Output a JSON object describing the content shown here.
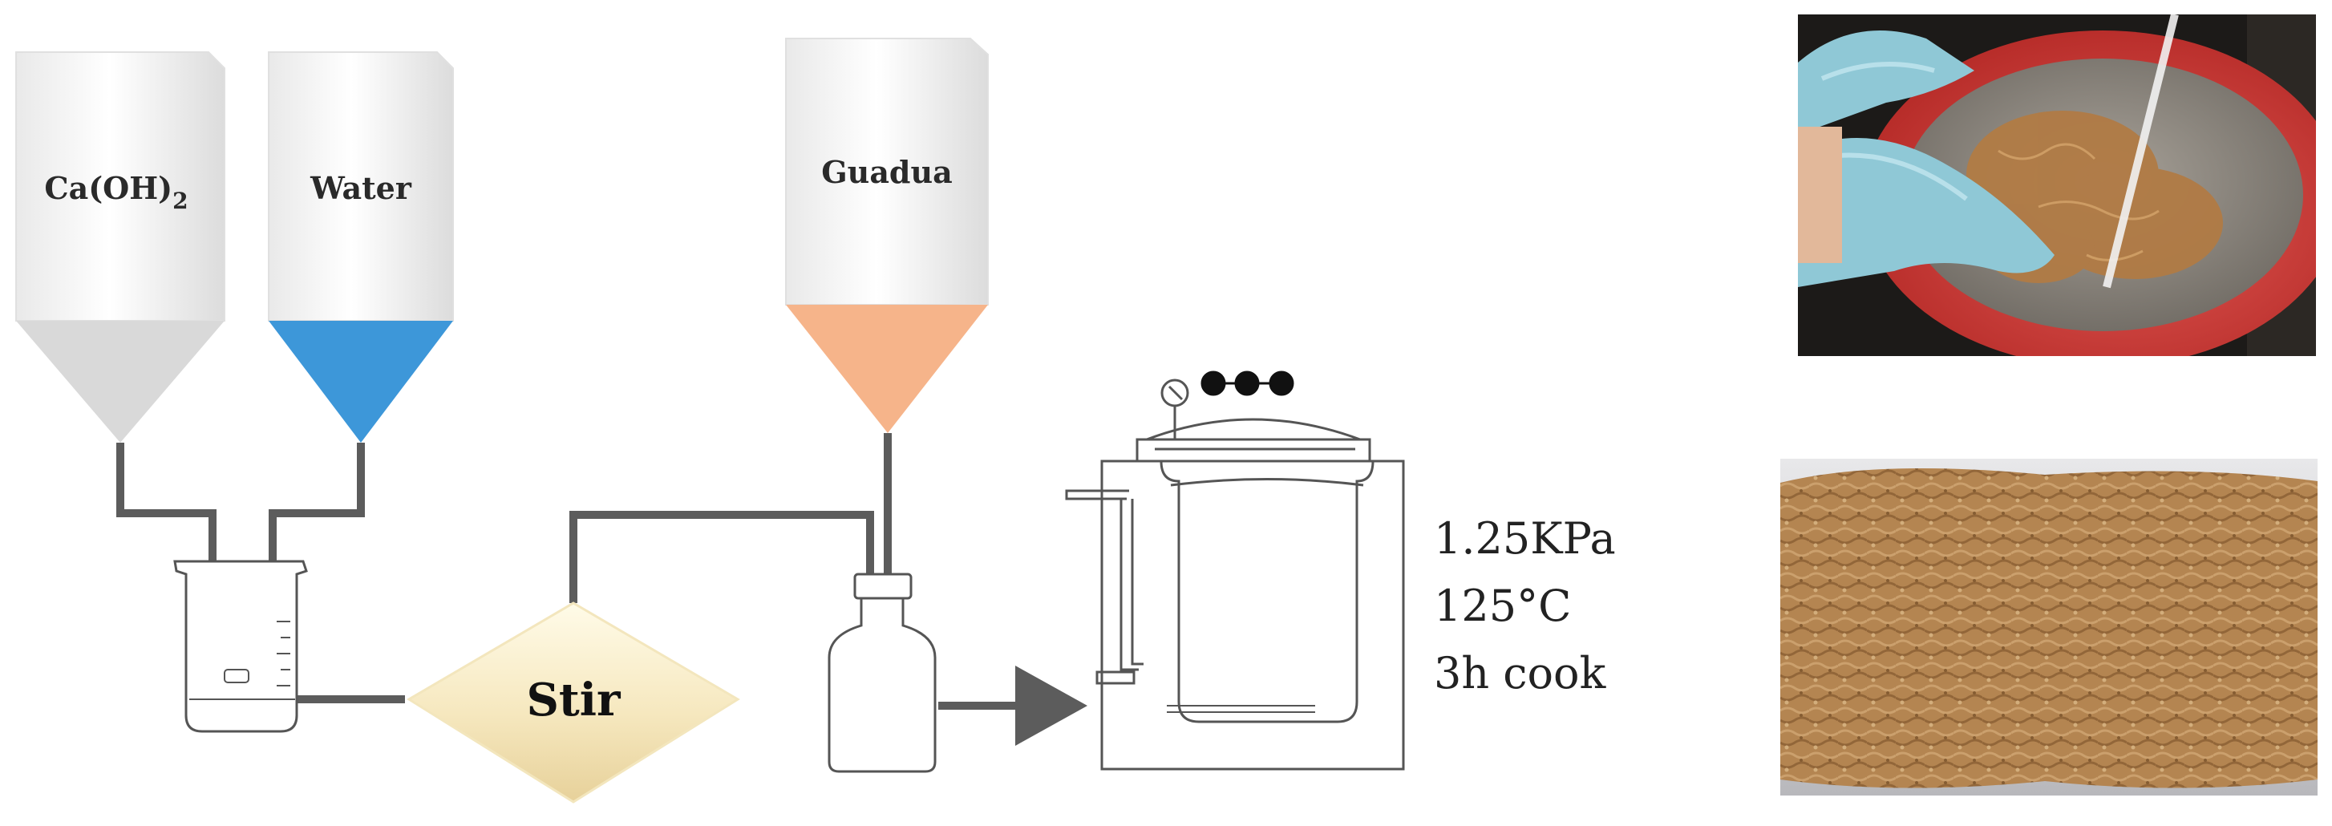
{
  "hoppers": {
    "caoh2": {
      "label": "Ca(OH)",
      "subscript": "2",
      "fill": "#d9d9d9"
    },
    "water": {
      "label": "Water",
      "fill": "#3d97d9"
    },
    "guadua": {
      "label": "Guadua",
      "fill": "#f6b48a"
    }
  },
  "mixer": {
    "label": "Stir"
  },
  "conditions": {
    "pressure": "1.25KPa",
    "temperature": "125°C",
    "duration": "3h cook"
  },
  "photos": {
    "washing": {
      "glove_color": "#8fc8d6",
      "basin_color": "#d9403c"
    },
    "fiber": {
      "fiber_color": "#b98a55"
    }
  },
  "colors": {
    "pipe": "#5c5c5c",
    "outline": "#555555",
    "label": "#2a2a2a"
  }
}
